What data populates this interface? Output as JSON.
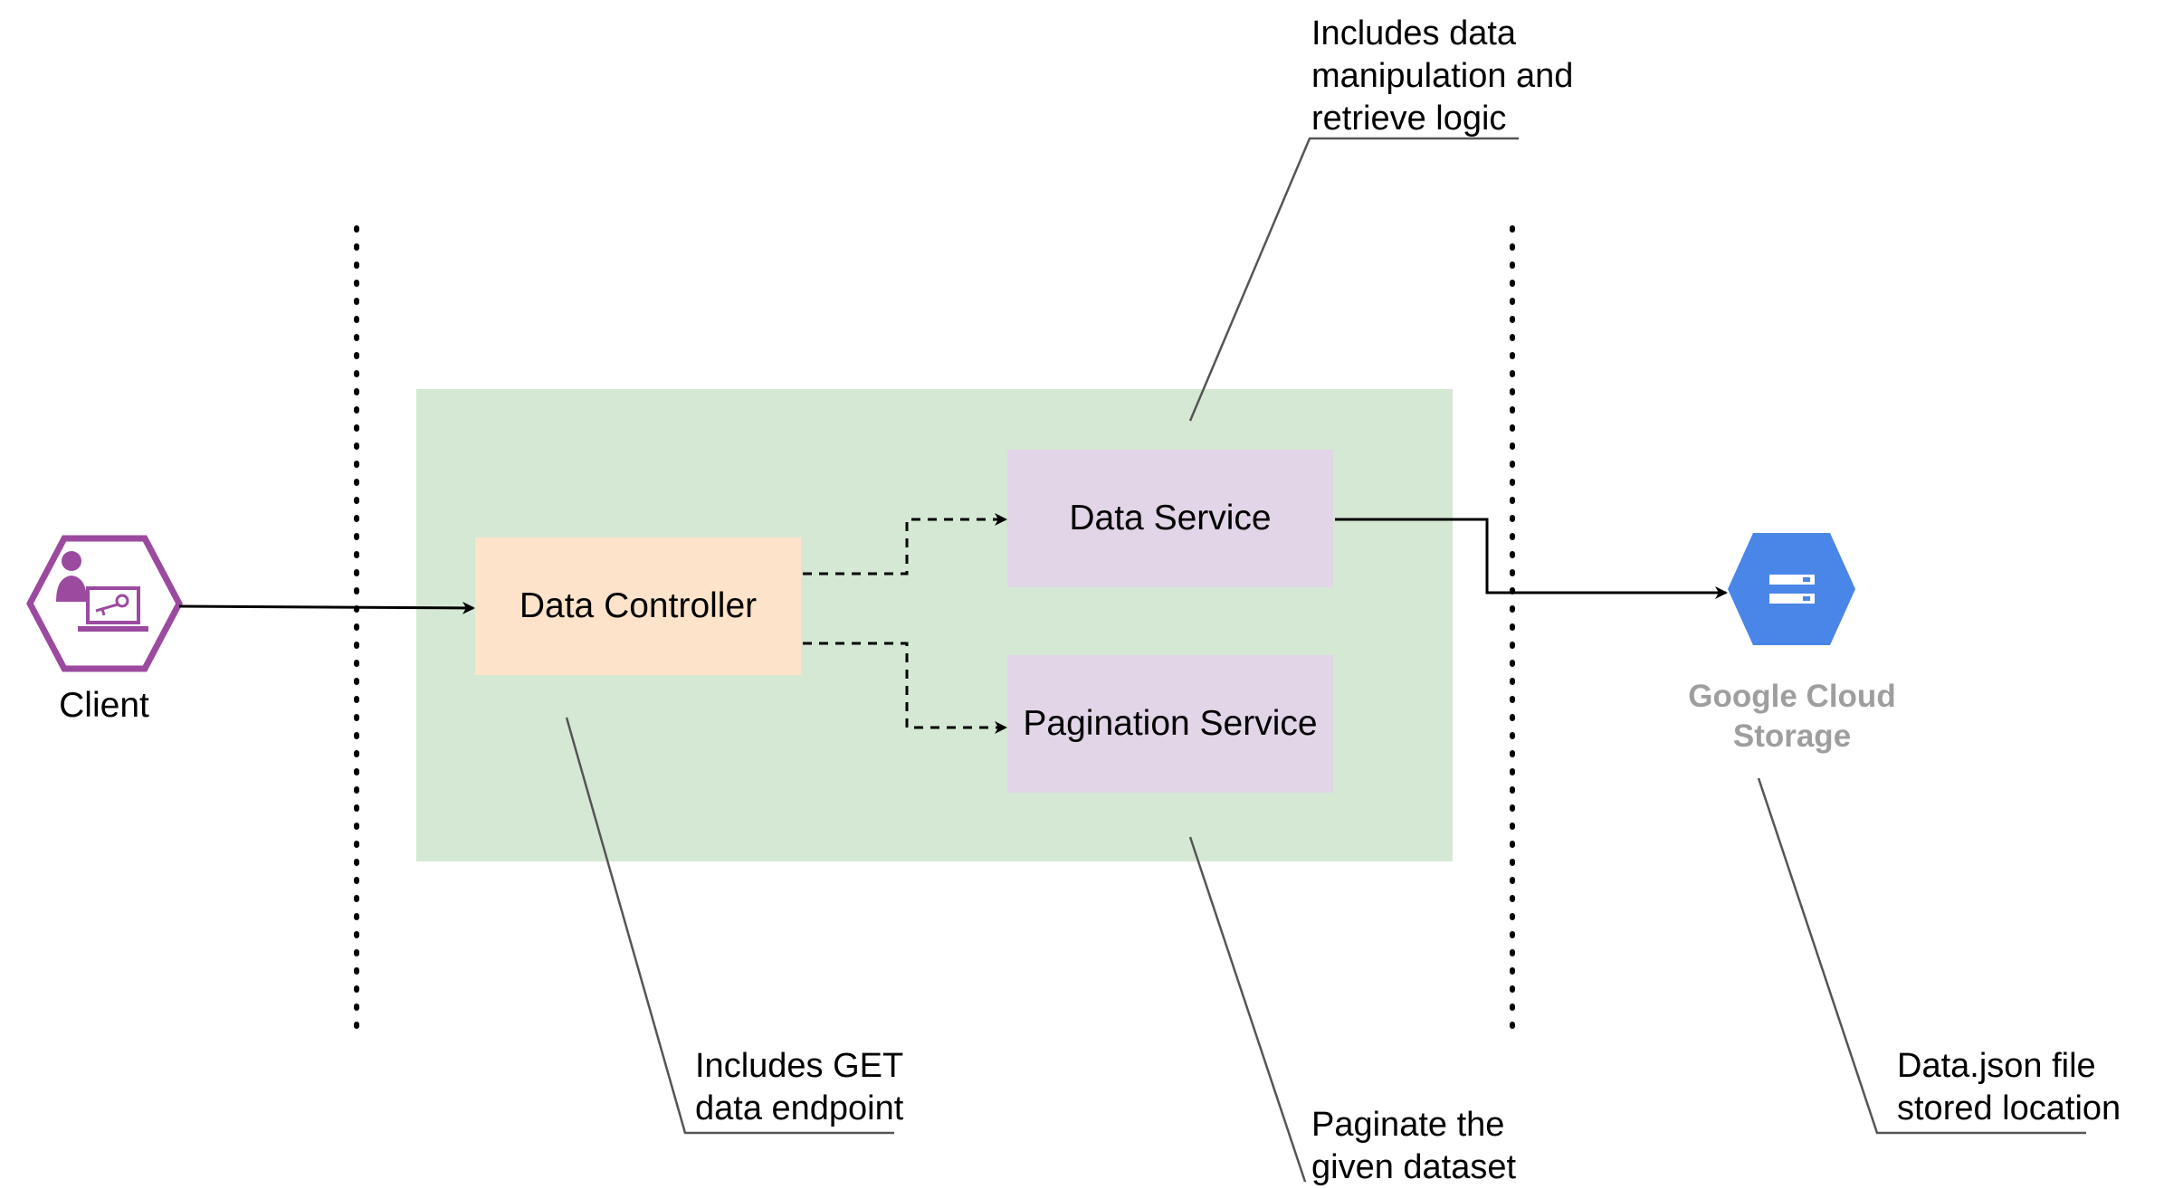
{
  "diagram": {
    "client": {
      "label": "Client",
      "icon": "client-key-icon",
      "color": "#9b4a9f"
    },
    "boxes": {
      "data_controller": {
        "label": "Data Controller",
        "fill": "#fde3c9"
      },
      "data_service": {
        "label": "Data Service",
        "fill": "#e1d5e7"
      },
      "pagination_service": {
        "label": "Pagination Service",
        "fill": "#e1d5e7"
      },
      "container": {
        "fill": "#d5e8d4"
      }
    },
    "storage": {
      "label": "Google Cloud\nStorage",
      "icon": "google-cloud-storage-icon",
      "color": "#4a86e8",
      "label_color": "#9e9e9e"
    },
    "notes": {
      "data_service_note": "Includes data\nmanipulation and\nretrieve logic",
      "controller_note": "Includes GET\ndata endpoint",
      "pagination_note": "Paginate the\ngiven dataset",
      "storage_note": "Data.json file\nstored location"
    }
  }
}
